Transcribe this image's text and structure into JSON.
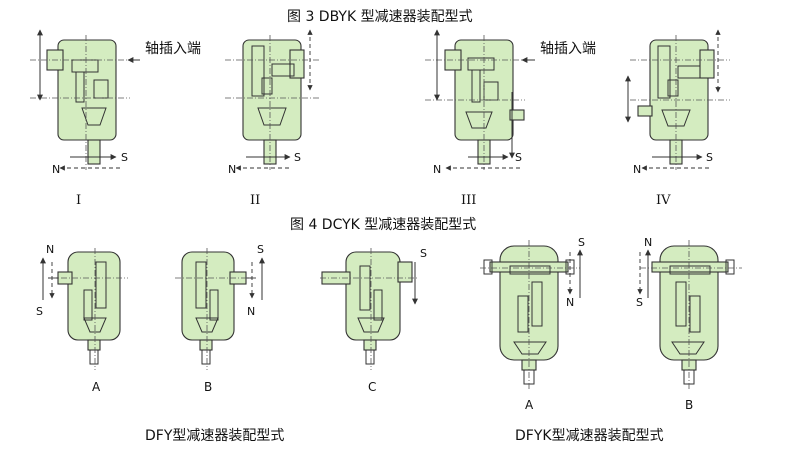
{
  "figure3": {
    "title": "图 3 DBYK  型减速器装配型式",
    "shaft_insert_label": "轴插入端",
    "variants": [
      "I",
      "II",
      "III",
      "IV"
    ],
    "direction_s": "S",
    "direction_n": "N"
  },
  "figure4": {
    "title": "图 4 DCYK  型减速器装配型式",
    "dfy": {
      "caption": "DFY型减速器装配型式",
      "variants": [
        "A",
        "B",
        "C"
      ]
    },
    "dfyk": {
      "caption": "DFYK型减速器装配型式",
      "variants": [
        "A",
        "B"
      ]
    },
    "direction_s": "S",
    "direction_n": "N"
  }
}
